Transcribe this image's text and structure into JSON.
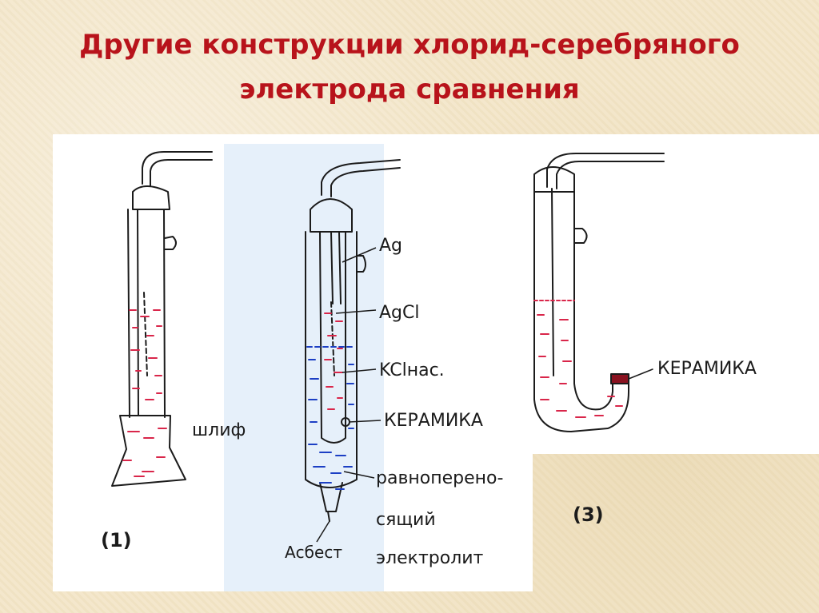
{
  "title": {
    "line1": "Другие конструкции хлорид-серебряного",
    "line2": "электрода сравнения"
  },
  "figure1": {
    "label": "(1)",
    "note_shlif": "шлиф"
  },
  "figure2": {
    "labels": {
      "ag": "Ag",
      "agcl": "AgCl",
      "kcl": "KClнас.",
      "ceramic": "КЕРАМИКА",
      "electrolyte_1": "равноперено-",
      "electrolyte_2": "сящий",
      "electrolyte_3": "электролит",
      "asbestos": "Асбест"
    }
  },
  "figure3": {
    "label": "(3)",
    "ceramic": "КЕРАМИКА"
  },
  "colors": {
    "title": "#b8131b",
    "ink": "#1b1b1b",
    "solution_red": "#d9264a",
    "solution_blue": "#1c3fc4"
  }
}
